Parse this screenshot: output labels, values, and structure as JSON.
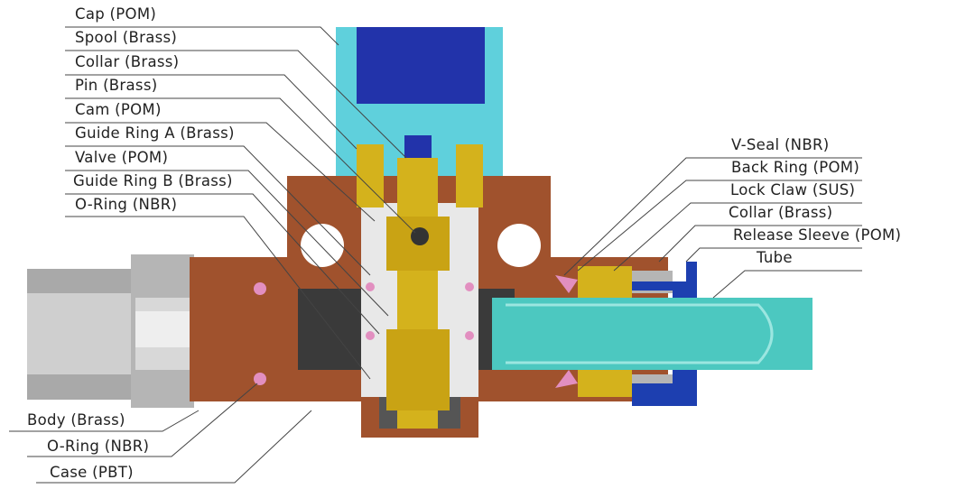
{
  "left_labels": [
    "Cap (POM)",
    "Spool (Brass)",
    "Collar (Brass)",
    "Pin (Brass)",
    "Cam (POM)",
    "Guide Ring A (Brass)",
    "Valve (POM)",
    "Guide Ring B (Brass)",
    "O-Ring (NBR)"
  ],
  "bottom_labels": [
    "Body (Brass)",
    "O-Ring (NBR)",
    "Case (PBT)"
  ],
  "right_labels": [
    "V-Seal (NBR)",
    "Back Ring (POM)",
    "Lock Claw (SUS)",
    "Collar (Brass)",
    "Release Sleeve (POM)",
    "Tube"
  ],
  "colors": {
    "case": "#a0522d",
    "cap": "#5fd0dc",
    "cap_inner": "#2233aa",
    "brass": "#d4b21c",
    "tube": "#4cc8c0",
    "sleeve": "#1d3fb0",
    "steel": "#b8b8b8",
    "seal": "#e28fc0"
  }
}
